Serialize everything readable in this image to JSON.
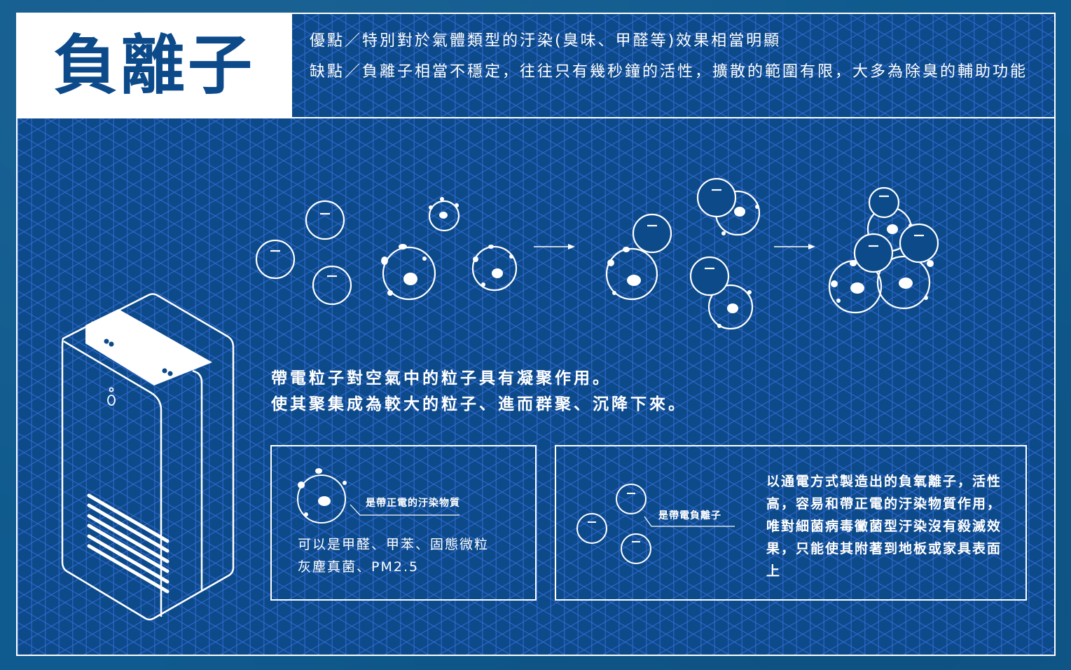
{
  "title": "負離子",
  "pros_cons": {
    "pros_label": "優點／",
    "pros_text": "特別對於氣體類型的汙染(臭味、甲醛等)效果相當明顯",
    "cons_label": "缺點／",
    "cons_text": "負離子相當不穩定，往往只有幾秒鐘的活性，擴散的範圍有限，大多為除臭的輔助功能"
  },
  "illustration": {
    "negative_ion_symbol": "−",
    "arrow_count": 2,
    "stages": [
      "separate particles",
      "paired particles",
      "clustered particles"
    ]
  },
  "caption": {
    "line1": "帶電粒子對空氣中的粒子具有凝聚作用。",
    "line2": "使其聚集成為較大的粒子、進而群聚、沉降下來。"
  },
  "left_box": {
    "label": "是帶正電的汙染物質",
    "desc_line1": "可以是甲醛、甲苯、固態微粒",
    "desc_line2": "灰塵真菌、PM2.5"
  },
  "right_box": {
    "label": "是帶電負離子",
    "desc": "以通電方式製造出的負氧離子，活性高，容易和帶正電的汙染物質作用，唯對細菌病毒黴菌型汙染沒有殺滅效果，只能使其附著到地板或家具表面上"
  },
  "colors": {
    "background": "#0f5a8e",
    "panel": "#0c4a8a",
    "grid_line": "#3068cd",
    "title_text": "#0d4a8a",
    "foreground": "#ffffff"
  }
}
